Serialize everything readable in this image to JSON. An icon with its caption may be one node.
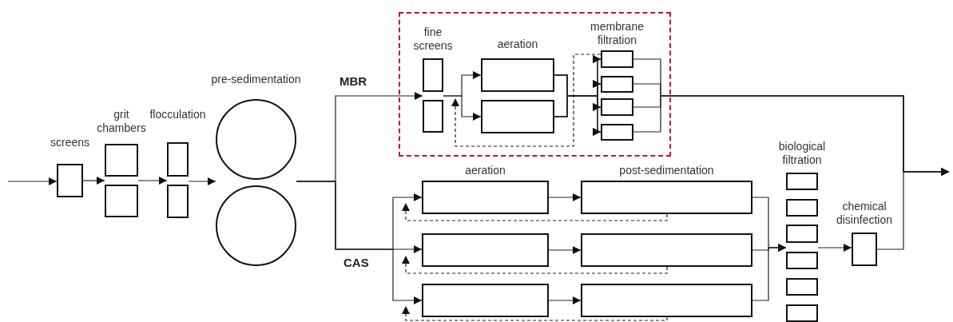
{
  "diagram": {
    "nodes": [
      {
        "text": [
          "screens"
        ]
      },
      {
        "text": [
          "grit chambers"
        ]
      },
      {
        "text": [],
        "shape": "box"
      },
      {
        "text": [
          "flocculation"
        ]
      },
      {
        "text": [],
        "shape": "box"
      },
      {
        "text": [
          "pre-sedimentation"
        ]
      },
      {
        "text": [],
        "shape": "circle"
      },
      {
        "text": [],
        "shape": "box"
      },
      {
        "text": [
          "fine screens"
        ],
        "in": 7
      },
      {
        "text": [],
        "shape": "box",
        "in": 7
      },
      {
        "text": [
          "aeration"
        ],
        "in": 7
      },
      {
        "text": [],
        "shape": "box",
        "in": 7
      },
      {
        "text": [
          "membrane filtration"
        ],
        "in": 7
      },
      {
        "text": [],
        "shape": "box",
        "in": 7
      },
      {
        "text": [],
        "shape": "box",
        "in": 7
      },
      {
        "text": [],
        "shape": "box",
        "in": 7
      },
      {
        "text": [
          "aeration"
        ]
      },
      {
        "text": [],
        "shape": "box"
      },
      {
        "text": [],
        "shape": "box"
      },
      {
        "text": [
          "post-sedimentation"
        ]
      },
      {
        "text": [],
        "shape": "box"
      },
      {
        "text": [],
        "shape": "box"
      },
      {
        "text": [
          "biological filtration"
        ]
      },
      {
        "text": [],
        "shape": "box"
      },
      {
        "text": [],
        "shape": "box"
      },
      {
        "text": [],
        "shape": "box"
      },
      {
        "text": [],
        "shape": "box"
      },
      {
        "text": [],
        "shape": "box"
      },
      {
        "text": [
          "chemical disinfection"
        ]
      }
    ],
    "edges": [
      {
        "from": null,
        "to": 0,
        "arrow": "to"
      },
      {
        "from": 0,
        "to": 1,
        "arrow": "to"
      },
      {
        "from": 1,
        "to": 3,
        "arrow": "to"
      },
      {
        "from": 3,
        "to": 5,
        "arrow": "to"
      },
      {
        "from": 5,
        "to": 8,
        "arrow": "to",
        "label": "MBR"
      },
      {
        "from": 5,
        "to": 16,
        "arrow": "to"
      },
      {
        "from": 5,
        "to": 17,
        "arrow": "to",
        "label": "CAS"
      },
      {
        "from": 5,
        "to": 18,
        "arrow": "to"
      },
      {
        "from": 8,
        "to": 10,
        "arrow": "to"
      },
      {
        "from": 8,
        "to": 11,
        "arrow": "to"
      },
      {
        "from": 10,
        "to": 12,
        "arrow": "to"
      },
      {
        "from": 10,
        "to": 13,
        "arrow": "to"
      },
      {
        "from": 10,
        "to": 14,
        "arrow": "to"
      },
      {
        "from": 10,
        "to": 15,
        "arrow": "to"
      },
      {
        "from": 11,
        "to": 12,
        "arrow": "to"
      },
      {
        "from": 11,
        "to": 13,
        "arrow": "to"
      },
      {
        "from": 11,
        "to": 14,
        "arrow": "to"
      },
      {
        "from": 11,
        "to": 15,
        "arrow": "to"
      },
      {
        "from": 12,
        "to": null,
        "arrow": "to"
      },
      {
        "from": 13,
        "to": null,
        "arrow": "to"
      },
      {
        "from": 14,
        "to": null,
        "arrow": "to"
      },
      {
        "from": 15,
        "to": null,
        "arrow": "to"
      },
      {
        "from": 12,
        "to": 9,
        "arrow": "to",
        "style": "dashed"
      },
      {
        "from": 16,
        "to": 19,
        "arrow": "to"
      },
      {
        "from": 17,
        "to": 20,
        "arrow": "to"
      },
      {
        "from": 18,
        "to": 21,
        "arrow": "to"
      },
      {
        "from": 19,
        "to": 16,
        "arrow": "to",
        "style": "dashed"
      },
      {
        "from": 20,
        "to": 17,
        "arrow": "to",
        "style": "dashed"
      },
      {
        "from": 21,
        "to": 18,
        "arrow": "to",
        "style": "dashed"
      },
      {
        "from": 19,
        "to": 24,
        "arrow": "to"
      },
      {
        "from": 20,
        "to": 24,
        "arrow": "to"
      },
      {
        "from": 21,
        "to": 24,
        "arrow": "to"
      },
      {
        "from": 24,
        "to": 28,
        "arrow": "to"
      },
      {
        "from": 28,
        "to": null,
        "arrow": "to"
      }
    ]
  }
}
